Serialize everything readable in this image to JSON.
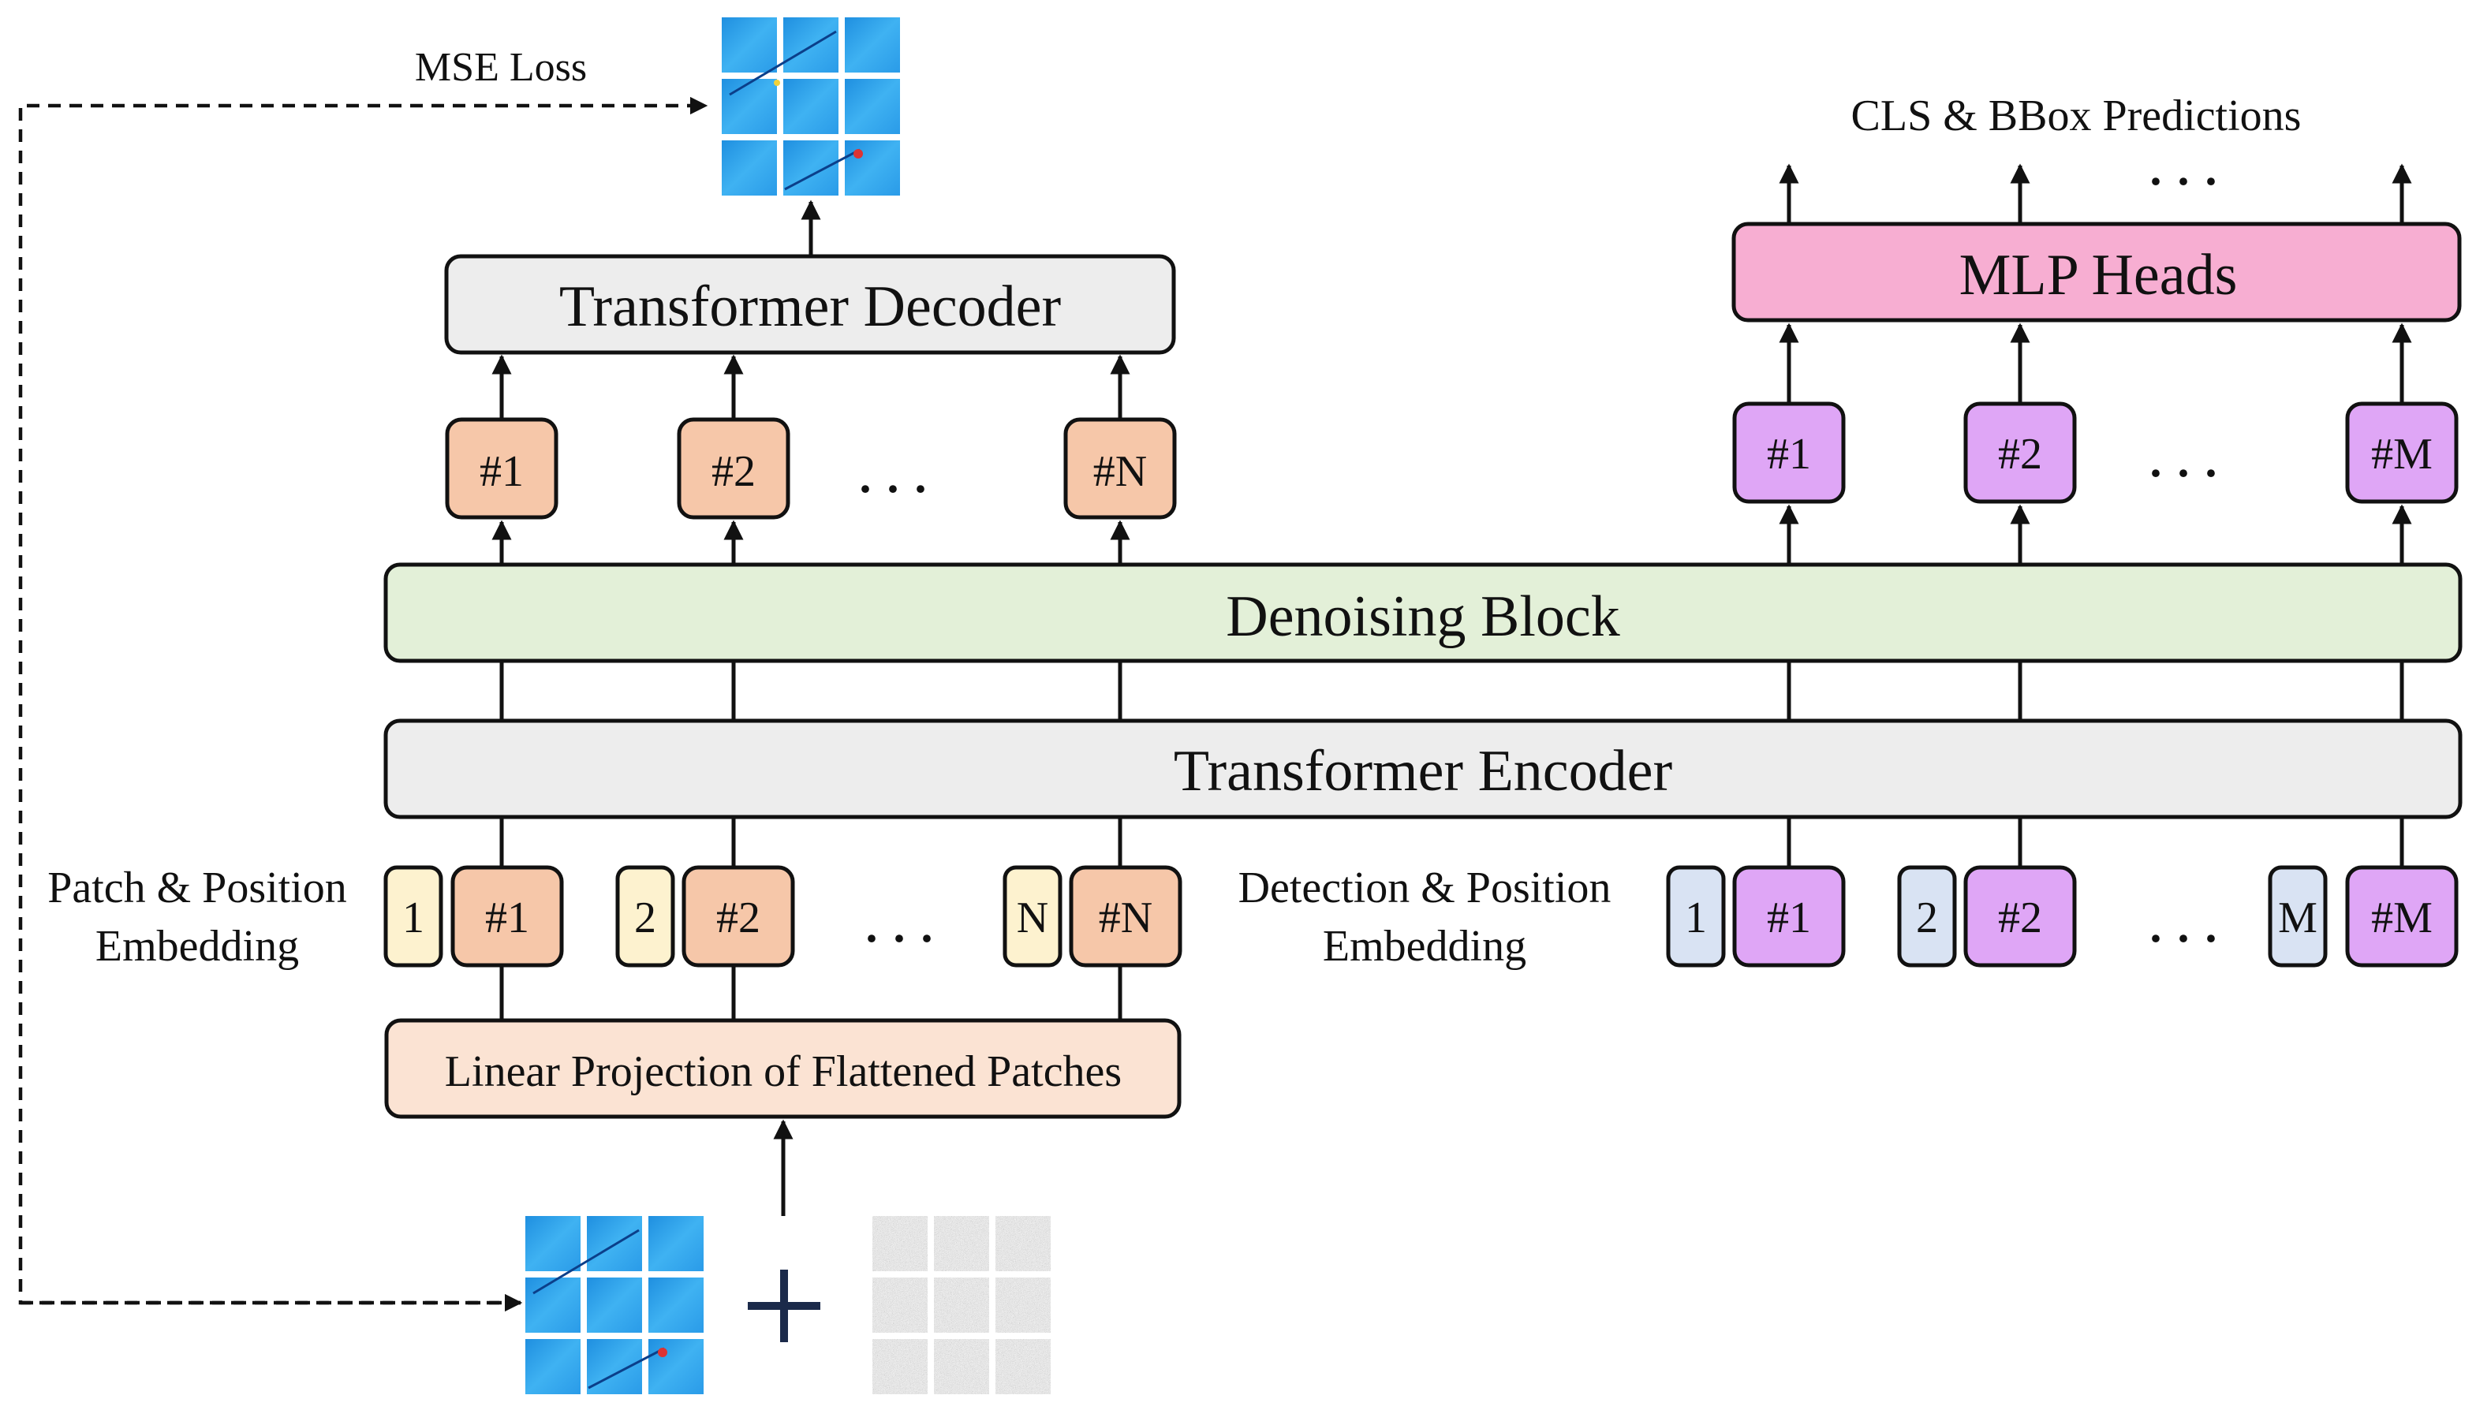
{
  "labels": {
    "mse_loss": "MSE Loss",
    "predictions": "CLS & BBox Predictions",
    "decoder": "Transformer Decoder",
    "mlp_heads": "MLP Heads",
    "denoising": "Denoising Block",
    "encoder": "Transformer Encoder",
    "patch_embedding_line1": "Patch & Position",
    "patch_embedding_line2": "Embedding",
    "detection_embedding_line1": "Detection & Position",
    "detection_embedding_line2": "Embedding",
    "linear_projection": "Linear Projection of Flattened Patches",
    "ellipsis": "· · ·"
  },
  "decoder_tokens": [
    "#1",
    "#2",
    "#N"
  ],
  "head_tokens": [
    "#1",
    "#2",
    "#M"
  ],
  "patch_tokens": [
    "#1",
    "#2",
    "#N"
  ],
  "patch_positions": [
    "1",
    "2",
    "N"
  ],
  "detection_tokens": [
    "#1",
    "#2",
    "#M"
  ],
  "detection_positions": [
    "1",
    "2",
    "M"
  ],
  "colors": {
    "decoder_fill": "#ededed",
    "encoder_fill": "#ededed",
    "denoising_fill": "#e3f0d8",
    "mlp_fill": "#f7aed2",
    "patch_token_fill": "#f6c7a9",
    "position_fill": "#fdf2cf",
    "detection_token_fill": "#dfa6f6",
    "detection_position_fill": "#d9e3f3",
    "projection_fill": "#fbe3d3",
    "image_blue": "#2fa6ec",
    "noise_gray": "#8f8f8f"
  }
}
